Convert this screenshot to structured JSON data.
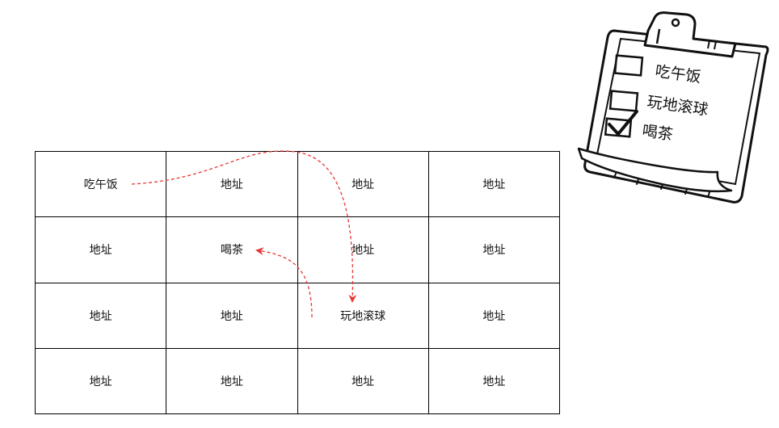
{
  "colors": {
    "arrow": "#e53935",
    "grid_line": "#000000"
  },
  "grid": {
    "rows": [
      [
        "吃午饭",
        "地址",
        "地址",
        "地址"
      ],
      [
        "地址",
        "喝茶",
        "地址",
        "地址"
      ],
      [
        "地址",
        "地址",
        "玩地滚球",
        "地址"
      ],
      [
        "地址",
        "地址",
        "地址",
        "地址"
      ]
    ]
  },
  "clipboard": {
    "items": [
      {
        "label": "吃午饭",
        "checked": false
      },
      {
        "label": "玩地滚球",
        "checked": false
      },
      {
        "label": "喝茶",
        "checked": true
      }
    ]
  }
}
